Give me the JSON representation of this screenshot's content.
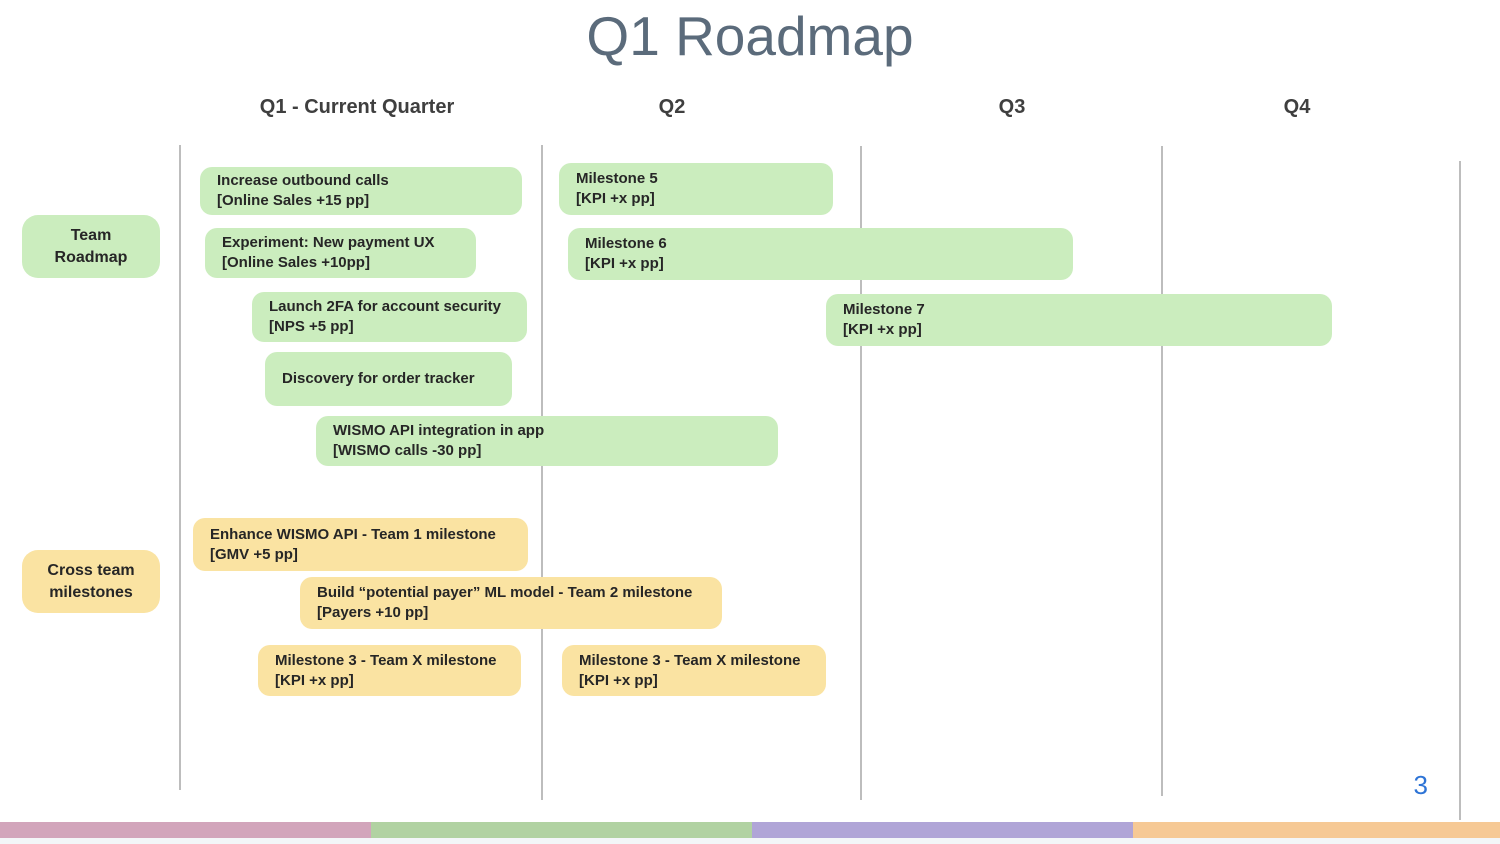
{
  "slide": {
    "title": "Q1 Roadmap",
    "page_number": "3",
    "columns": [
      "Q1 - Current Quarter",
      "Q2",
      "Q3",
      "Q4"
    ],
    "row_labels": [
      {
        "group": "team-roadmap",
        "lines": [
          "Team",
          "Roadmap"
        ],
        "color": "#cbedbe"
      },
      {
        "group": "cross-team-milestones",
        "lines": [
          "Cross team",
          "milestones"
        ],
        "color": "#fae3a2"
      }
    ]
  },
  "items": [
    {
      "group": "team-roadmap",
      "span": "Q1",
      "color": "green",
      "lines": [
        "Increase outbound calls",
        "[Online Sales +15 pp]"
      ]
    },
    {
      "group": "team-roadmap",
      "span": "Q1",
      "color": "green",
      "lines": [
        "Experiment: New payment UX",
        "[Online Sales +10pp]"
      ]
    },
    {
      "group": "team-roadmap",
      "span": "Q1",
      "color": "green",
      "lines": [
        "Launch 2FA for account security",
        "[NPS +5 pp]"
      ]
    },
    {
      "group": "team-roadmap",
      "span": "Q1",
      "color": "green",
      "lines": [
        "Discovery for order tracker"
      ]
    },
    {
      "group": "team-roadmap",
      "span": "Q1-Q2",
      "color": "green",
      "lines": [
        "WISMO API integration in app",
        "[WISMO calls -30 pp]"
      ]
    },
    {
      "group": "team-roadmap",
      "span": "Q2",
      "color": "green",
      "lines": [
        "Milestone 5",
        "[KPI +x pp]"
      ]
    },
    {
      "group": "team-roadmap",
      "span": "Q2-Q3",
      "color": "green",
      "lines": [
        "Milestone 6",
        "[KPI +x pp]"
      ]
    },
    {
      "group": "team-roadmap",
      "span": "Q3-Q4",
      "color": "green",
      "lines": [
        "Milestone 7",
        "[KPI +x pp]"
      ]
    },
    {
      "group": "cross-team-milestones",
      "span": "Q1",
      "color": "yellow",
      "lines": [
        "Enhance WISMO API - Team 1 milestone",
        "[GMV +5 pp]"
      ]
    },
    {
      "group": "cross-team-milestones",
      "span": "Q1-Q2",
      "color": "yellow",
      "lines": [
        "Build “potential payer” ML model - Team 2 milestone",
        "[Payers +10 pp]"
      ]
    },
    {
      "group": "cross-team-milestones",
      "span": "Q1",
      "color": "yellow",
      "lines": [
        "Milestone 3 - Team X milestone",
        "[KPI +x pp]"
      ]
    },
    {
      "group": "cross-team-milestones",
      "span": "Q2",
      "color": "yellow",
      "lines": [
        "Milestone 3 - Team X milestone",
        "[KPI +x pp]"
      ]
    }
  ],
  "footer": {
    "segments": [
      {
        "name": "pink",
        "color": "#d2a5bb"
      },
      {
        "name": "green",
        "color": "#b1d2a2"
      },
      {
        "name": "purple",
        "color": "#b0a5d7"
      },
      {
        "name": "orange",
        "color": "#f6c995"
      }
    ]
  },
  "colors": {
    "title_text": "#5b6b7b",
    "header_text": "#3f3f3f",
    "box_text": "#262626",
    "green_box": "#cbedbe",
    "yellow_box": "#fae3a2",
    "grid_line": "#bdbdbd",
    "page_number_blue": "#2e74d6"
  }
}
